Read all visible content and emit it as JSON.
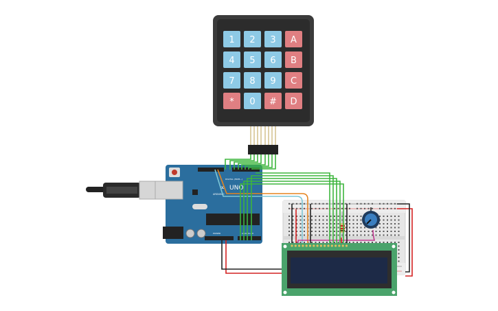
{
  "keypad": {
    "keys": [
      "1",
      "2",
      "3",
      "A",
      "4",
      "5",
      "6",
      "B",
      "7",
      "8",
      "9",
      "C",
      "*",
      "0",
      "#",
      "D"
    ],
    "colors": {
      "digit": "#8ecae6",
      "letter": "#e07f82",
      "body": "#3b3b3b"
    }
  },
  "arduino": {
    "model": "UNO",
    "brand": "ARDUINO",
    "digital_label": "DIGITAL (PWM~)",
    "power_label": "POWER",
    "analog_label": "ANALOG IN",
    "color": "#2b6e9e"
  },
  "lcd": {
    "board_color": "#4aa36b",
    "screen_color": "#1d2a47"
  },
  "wire_colors": {
    "green": "#3db53d",
    "red": "#d42020",
    "black": "#222222",
    "orange": "#e5841f",
    "cyan": "#7cc6d6",
    "magenta": "#c0388f"
  }
}
